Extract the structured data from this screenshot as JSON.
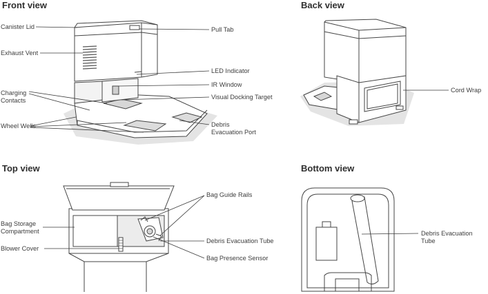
{
  "views": {
    "front": {
      "title": "Front view",
      "labels": {
        "canister_lid": "Canister Lid",
        "exhaust_vent": "Exhaust Vent",
        "charging_contacts": "Charging\nContacts",
        "wheel_wells": "Wheel Wells",
        "pull_tab": "Pull Tab",
        "led_indicator": "LED Indicator",
        "ir_window": "IR Window",
        "visual_docking_target": "Visual Docking Target",
        "debris_evacuation_port": "Debris\nEvacuation Port"
      }
    },
    "back": {
      "title": "Back view",
      "labels": {
        "cord_wrap": "Cord Wrap"
      }
    },
    "top": {
      "title": "Top view",
      "labels": {
        "bag_storage_compartment": "Bag Storage\nCompartment",
        "blower_cover": "Blower Cover",
        "bag_guide_rails": "Bag Guide Rails",
        "debris_evacuation_tube": "Debris Evacuation Tube",
        "bag_presence_sensor": "Bag Presence Sensor"
      }
    },
    "bottom": {
      "title": "Bottom view",
      "labels": {
        "debris_evacuation_tube": "Debris Evacuation\nTube"
      }
    }
  }
}
